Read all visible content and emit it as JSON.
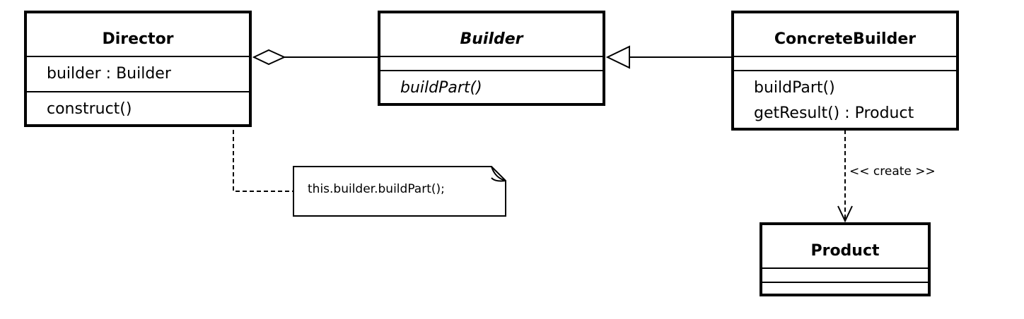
{
  "classes": {
    "director": {
      "name": "Director",
      "attributes": [
        "builder : Builder"
      ],
      "operations": [
        "construct()"
      ]
    },
    "builder": {
      "name": "Builder",
      "attributes": [],
      "operations": [
        "buildPart()"
      ]
    },
    "concrete_builder": {
      "name": "ConcreteBuilder",
      "attributes": [],
      "operations": [
        "buildPart()",
        "getResult() : Product"
      ]
    },
    "product": {
      "name": "Product",
      "attributes": [],
      "operations": []
    }
  },
  "note": {
    "text": "this.builder.buildPart();"
  },
  "relations": {
    "create_label": "<< create >>"
  }
}
